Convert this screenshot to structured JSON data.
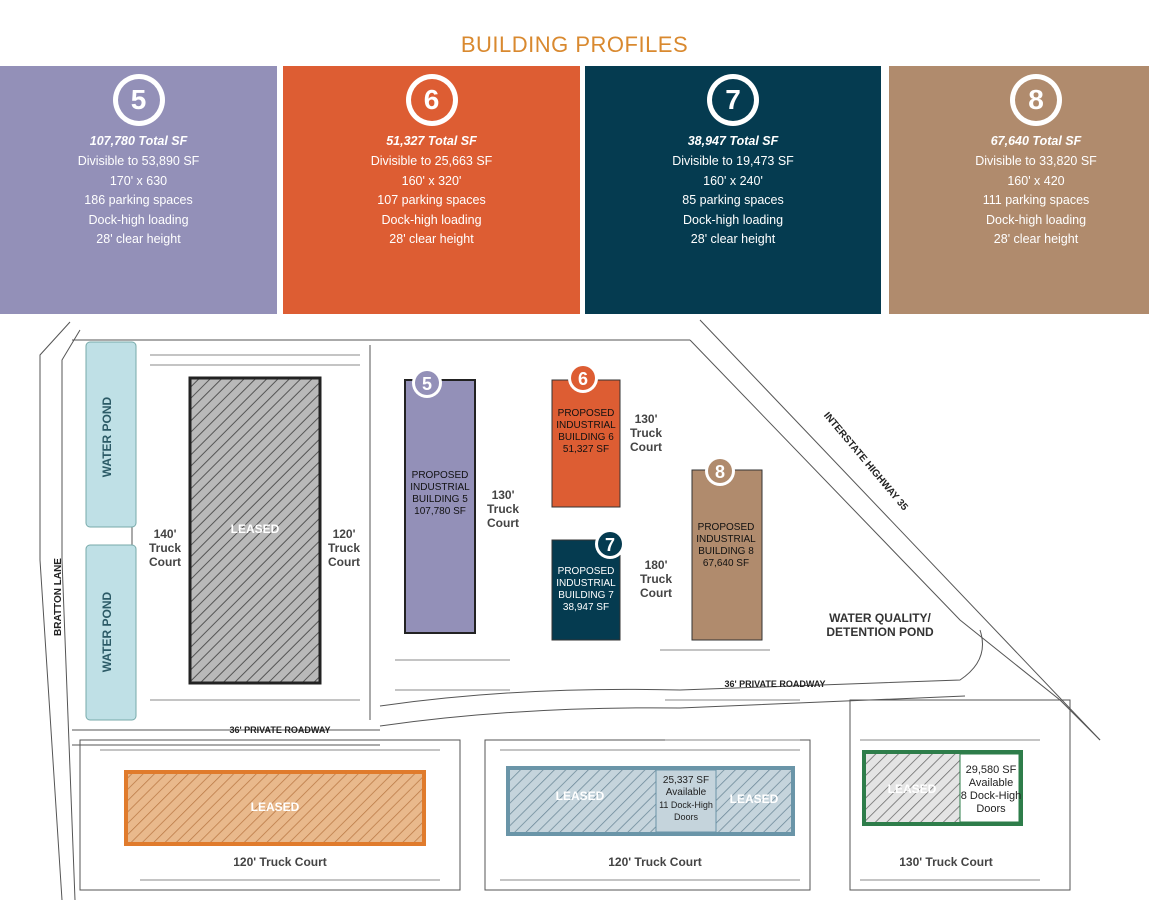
{
  "page_title": "BUILDING PROFILES",
  "cards": [
    {
      "number": "5",
      "total": "107,780 Total SF",
      "divisible": "Divisible to 53,890 SF",
      "dimensions": "170' x 630",
      "parking": "186 parking spaces",
      "loading": "Dock-high loading",
      "clear_height": "28' clear height",
      "color": "#9390b8"
    },
    {
      "number": "6",
      "total": "51,327 Total SF",
      "divisible": "Divisible to 25,663 SF",
      "dimensions": "160' x 320'",
      "parking": "107 parking spaces",
      "loading": "Dock-high loading",
      "clear_height": "28' clear height",
      "color": "#dd5d33"
    },
    {
      "number": "7",
      "total": "38,947 Total SF",
      "divisible": "Divisible to 19,473 SF",
      "dimensions": "160' x 240'",
      "parking": "85 parking spaces",
      "loading": "Dock-high loading",
      "clear_height": "28' clear height",
      "color": "#053b50"
    },
    {
      "number": "8",
      "total": "67,640 Total SF",
      "divisible": "Divisible to 33,820 SF",
      "dimensions": "160' x 420",
      "parking": "111 parking spaces",
      "loading": "Dock-high loading",
      "clear_height": "28' clear height",
      "color": "#b08b6d"
    }
  ],
  "map": {
    "water_pond_1": "WATER POND",
    "water_pond_2": "WATER POND",
    "bratton_lane": "BRATTON LANE",
    "interstate": "INTERSTATE HIGHWAY 35",
    "leased_main": "LEASED",
    "leased_bottom_left": "LEASED",
    "leased_mid_left": "LEASED",
    "leased_mid_right": "LEASED",
    "leased_right": "LEASED",
    "truck_140_a": "140'",
    "truck_140_b": "Truck",
    "truck_140_c": "Court",
    "truck_120_a": "120'",
    "truck_120_b": "Truck",
    "truck_120_c": "Court",
    "truck_130_a": "130'",
    "truck_130_b": "Truck",
    "truck_130_c": "Court",
    "truck_130b_a": "130'",
    "truck_130b_b": "Truck",
    "truck_130b_c": "Court",
    "truck_180_a": "180'",
    "truck_180_b": "Truck",
    "truck_180_c": "Court",
    "b5_l1": "PROPOSED",
    "b5_l2": "INDUSTRIAL",
    "b5_l3": "BUILDING 5",
    "b5_l4": "107,780 SF",
    "b6_l1": "PROPOSED",
    "b6_l2": "INDUSTRIAL",
    "b6_l3": "BUILDING 6",
    "b6_l4": "51,327 SF",
    "b7_l1": "PROPOSED",
    "b7_l2": "INDUSTRIAL",
    "b7_l3": "BUILDING 7",
    "b7_l4": "38,947 SF",
    "b8_l1": "PROPOSED",
    "b8_l2": "INDUSTRIAL",
    "b8_l3": "BUILDING 8",
    "b8_l4": "67,640 SF",
    "water_quality_1": "WATER QUALITY/",
    "water_quality_2": "DETENTION POND",
    "private_road_1": "36' PRIVATE ROADWAY",
    "private_road_2": "36' PRIVATE ROADWAY",
    "avail_mid_1": "25,337 SF",
    "avail_mid_2": "Available",
    "avail_mid_3": "11 Dock-High",
    "avail_mid_4": "Doors",
    "avail_right_1": "29,580 SF",
    "avail_right_2": "Available",
    "avail_right_3": "8 Dock-High",
    "avail_right_4": "Doors",
    "truck_court_bl": "120' Truck Court",
    "truck_court_bm": "120' Truck Court",
    "truck_court_br": "130' Truck Court"
  }
}
